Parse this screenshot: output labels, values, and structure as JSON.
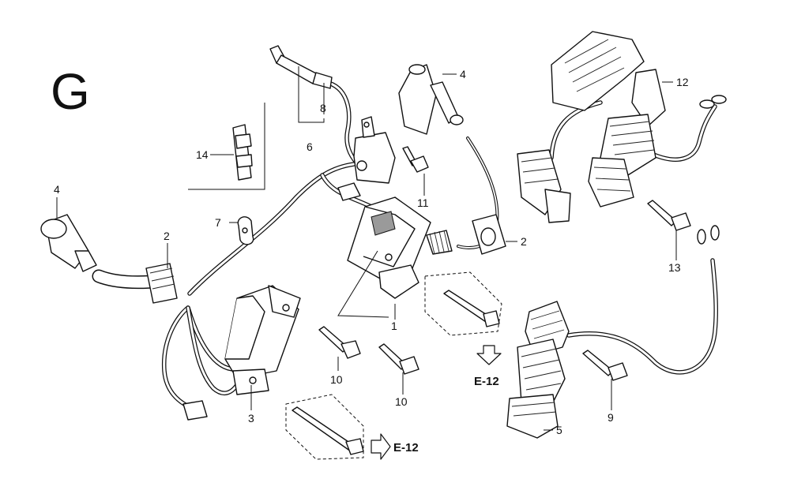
{
  "diagram": {
    "group_letter": "G",
    "callouts": {
      "c1": "1",
      "c2a": "2",
      "c2b": "2",
      "c3": "3",
      "c4a": "4",
      "c4b": "4",
      "c5": "5",
      "c6": "6",
      "c7": "7",
      "c8": "8",
      "c9": "9",
      "c10a": "10",
      "c10b": "10",
      "c11": "11",
      "c12": "12",
      "c13": "13",
      "c14": "14"
    },
    "refs": {
      "ref_bottom": "E-12",
      "ref_right": "E-12"
    }
  }
}
